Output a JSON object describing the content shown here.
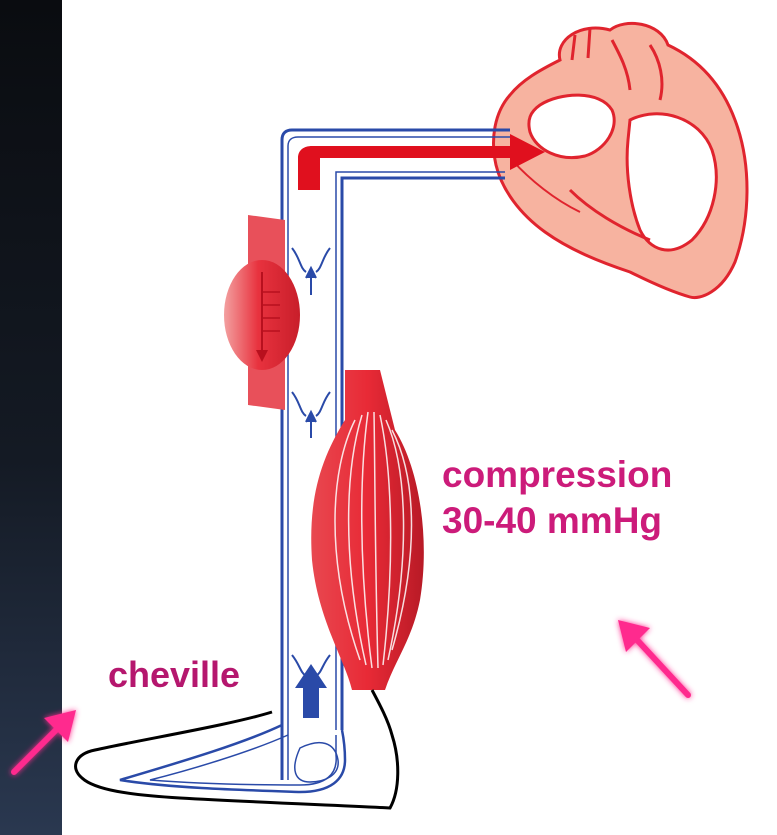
{
  "labels": {
    "compression_line1": "compression",
    "compression_line2": "30-40 mmHg",
    "ankle": "cheville"
  },
  "colors": {
    "label_magenta": "#cc1b7a",
    "label_purple": "#b5176e",
    "arrow_pink": "#ff2a8e",
    "muscle_red": "#e8323e",
    "vein_blue": "#2a4aa8",
    "heart_fill": "#f7b3a0",
    "heart_outline": "#e0242e",
    "flow_red": "#e0101e"
  },
  "icons": {
    "pointer_arrow": "arrow-up-left-icon",
    "pointer_arrow_ankle": "arrow-up-right-icon"
  }
}
